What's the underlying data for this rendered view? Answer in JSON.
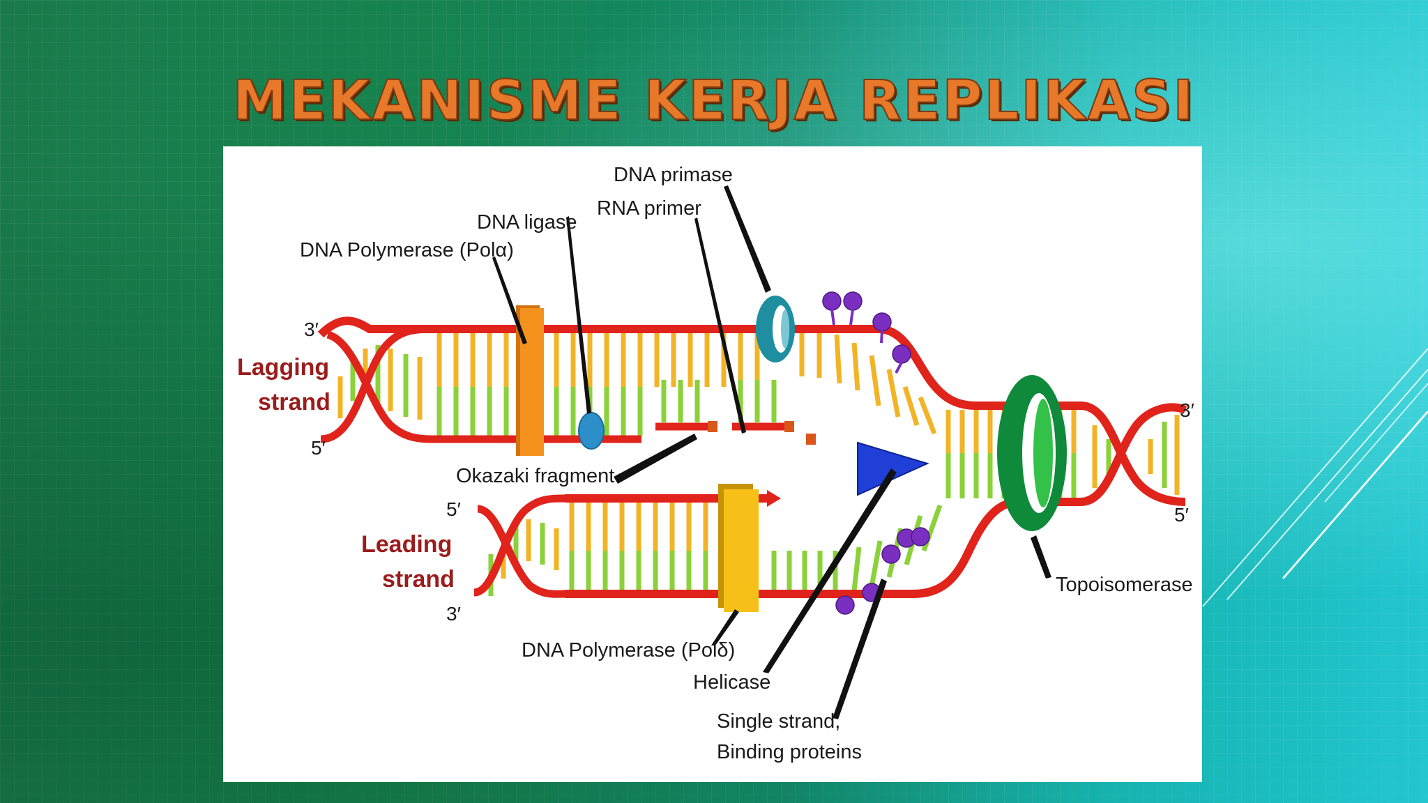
{
  "slide": {
    "title": "MEKANISME KERJA REPLIKASI"
  },
  "diagram": {
    "labels": {
      "dna_primase": "DNA primase",
      "rna_primer": "RNA primer",
      "dna_ligase": "DNA ligase",
      "pol_alpha": "DNA Polymerase (Polα)",
      "lagging_1": "Lagging",
      "lagging_2": "strand",
      "leading_1": "Leading",
      "leading_2": "strand",
      "okazaki": "Okazaki fragment",
      "pol_delta": "DNA Polymerase (Polδ)",
      "helicase": "Helicase",
      "ssb_1": "Single strand,",
      "ssb_2": "Binding proteins",
      "topoisomerase": "Topoisomerase"
    },
    "ends": {
      "lag_top": "3′",
      "lag_bottom": "5′",
      "lead_top": "5′",
      "lead_bottom": "3′",
      "right_top": "3′",
      "right_bottom": "5′"
    },
    "colors": {
      "strand": "#e0231b",
      "base_yellow": "#f2b427",
      "base_green": "#8bd13a",
      "polymerase_alpha": "#f5921e",
      "polymerase_delta": "#f7c018",
      "primase": "#1e8ea0",
      "ligase": "#2c8fc9",
      "topoisomerase": "#0f8a3a",
      "helicase": "#1f3fd6",
      "ssb": "#7a2fc0",
      "primer": "#d9571b"
    }
  }
}
